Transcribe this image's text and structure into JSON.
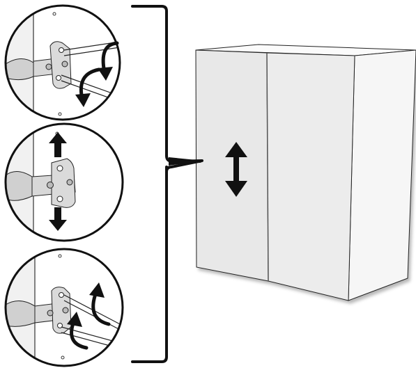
{
  "figure": {
    "panels": [
      {
        "name": "hinge-depth-adjustment",
        "icon": "curved-arrows-screw-icon"
      },
      {
        "name": "hinge-height-adjustment",
        "icon": "up-down-arrows-icon"
      },
      {
        "name": "hinge-side-adjustment",
        "icon": "curved-arrows-screw-icon"
      }
    ],
    "main_icon": "double-headed-vertical-arrow-icon",
    "colors": {
      "line": "#111111",
      "cabinet_front": "#e9e9e9",
      "cabinet_side": "#f7f7f7",
      "cabinet_top": "#fbfbfb",
      "hinge_metal": "#d6d6d6",
      "background": "#ffffff"
    }
  }
}
